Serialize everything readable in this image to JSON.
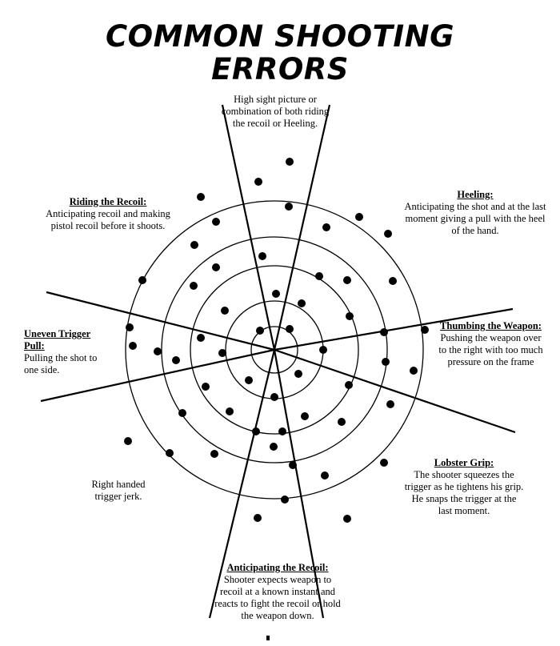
{
  "title": {
    "line1": "COMMON SHOOTING",
    "line2": "ERRORS"
  },
  "sectors": [
    {
      "key": "top",
      "body": "High sight picture or combination of both riding the recoil or Heeling."
    },
    {
      "key": "heeling",
      "heading": "Heeling:",
      "body": "Anticipating the shot and at the last moment giving a pull with the heel of the hand."
    },
    {
      "key": "thumbing",
      "heading": "Thumbing the Weapon:",
      "body": "Pushing the weapon over to the right with too much pressure on the frame"
    },
    {
      "key": "lobster",
      "heading": "Lobster Grip:",
      "body": "The shooter squeezes the trigger as he tightens his grip.  He snaps the trigger at the last moment."
    },
    {
      "key": "anticipating",
      "heading": "Anticipating the Recoil:",
      "body": "Shooter expects weapon to recoil at a known instant and reacts to fight the recoil or hold the weapon down."
    },
    {
      "key": "trigger-jerk",
      "body": "Right handed trigger jerk."
    },
    {
      "key": "uneven",
      "heading": "Uneven Trigger Pull:",
      "body": "Pulling the shot to one side."
    },
    {
      "key": "riding",
      "heading": "Riding the Recoil:",
      "body": "Anticipating recoil and making pistol recoil before it shoots."
    }
  ],
  "colors": {
    "ink": "#000000",
    "background": "#ffffff"
  }
}
